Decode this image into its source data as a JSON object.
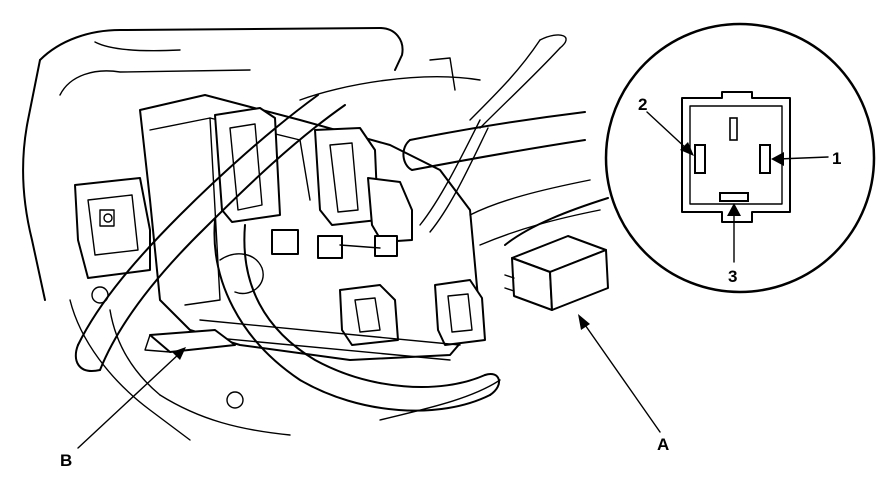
{
  "callouts": {
    "a": "A",
    "b": "B",
    "pin1": "1",
    "pin2": "2",
    "pin3": "3"
  },
  "colors": {
    "line": "#000000",
    "background": "#ffffff"
  }
}
